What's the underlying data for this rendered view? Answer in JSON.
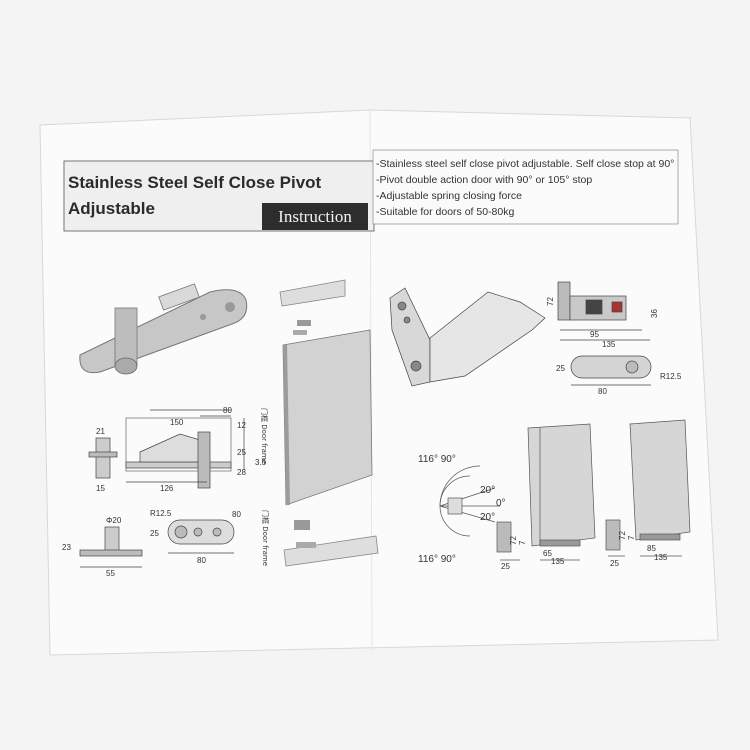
{
  "title": {
    "line1": "Stainless Steel Self Close Pivot",
    "line2": "Adjustable",
    "badge": "Instruction"
  },
  "features": [
    "-Stainless steel self close pivot adjustable. Self close stop at 90°",
    "-Pivot double action door with 90° or 105° stop",
    "-Adjustable spring closing force",
    "-Suitable for doors of 50-80kg"
  ],
  "dims": {
    "side": {
      "d150": "150",
      "d80": "80",
      "d12": "12",
      "d25": "25",
      "d3_5": "3.5",
      "d28": "28",
      "d126": "126",
      "d21": "21",
      "d15": "15"
    },
    "plate": {
      "r12_5": "R12.5",
      "d80a": "80",
      "d25": "25",
      "d80b": "80"
    },
    "foot": {
      "phi20": "Φ20",
      "d23": "23",
      "d55": "55"
    },
    "block": {
      "d72": "72",
      "d36": "36",
      "d95": "95",
      "d135": "135"
    },
    "bar": {
      "d25": "25",
      "d80": "80",
      "r12_5": "R12.5"
    },
    "angles": {
      "a116_90_top": "116° 90°",
      "a20_top": "20°",
      "a0": "0°",
      "a20_bot": "20°",
      "a116_90_bot": "116° 90°"
    },
    "door_left": {
      "d72": "72",
      "d7": "7",
      "d25": "25",
      "d65": "65",
      "d135": "135"
    },
    "door_right": {
      "d72": "72",
      "d7": "7",
      "d25": "25",
      "d85": "85",
      "d135": "135"
    }
  },
  "labels": {
    "door_frame_top": "门框 Door frame",
    "door_frame_bot": "门框 Door frame"
  }
}
